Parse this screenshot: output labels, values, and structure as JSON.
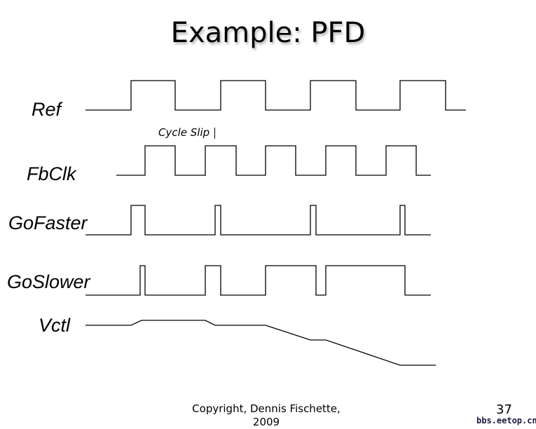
{
  "title": "Example: PFD",
  "signals": {
    "ref": "Ref",
    "fbclk": "FbClk",
    "gofaster": "GoFaster",
    "goslower": "GoSlower",
    "vctl": "Vctl"
  },
  "annotation": "Cycle Slip",
  "footer": {
    "copyright": "Copyright, Dennis Fischette,",
    "year": "2009"
  },
  "page_number": "37",
  "watermark": "bbs.eetop.cn"
}
